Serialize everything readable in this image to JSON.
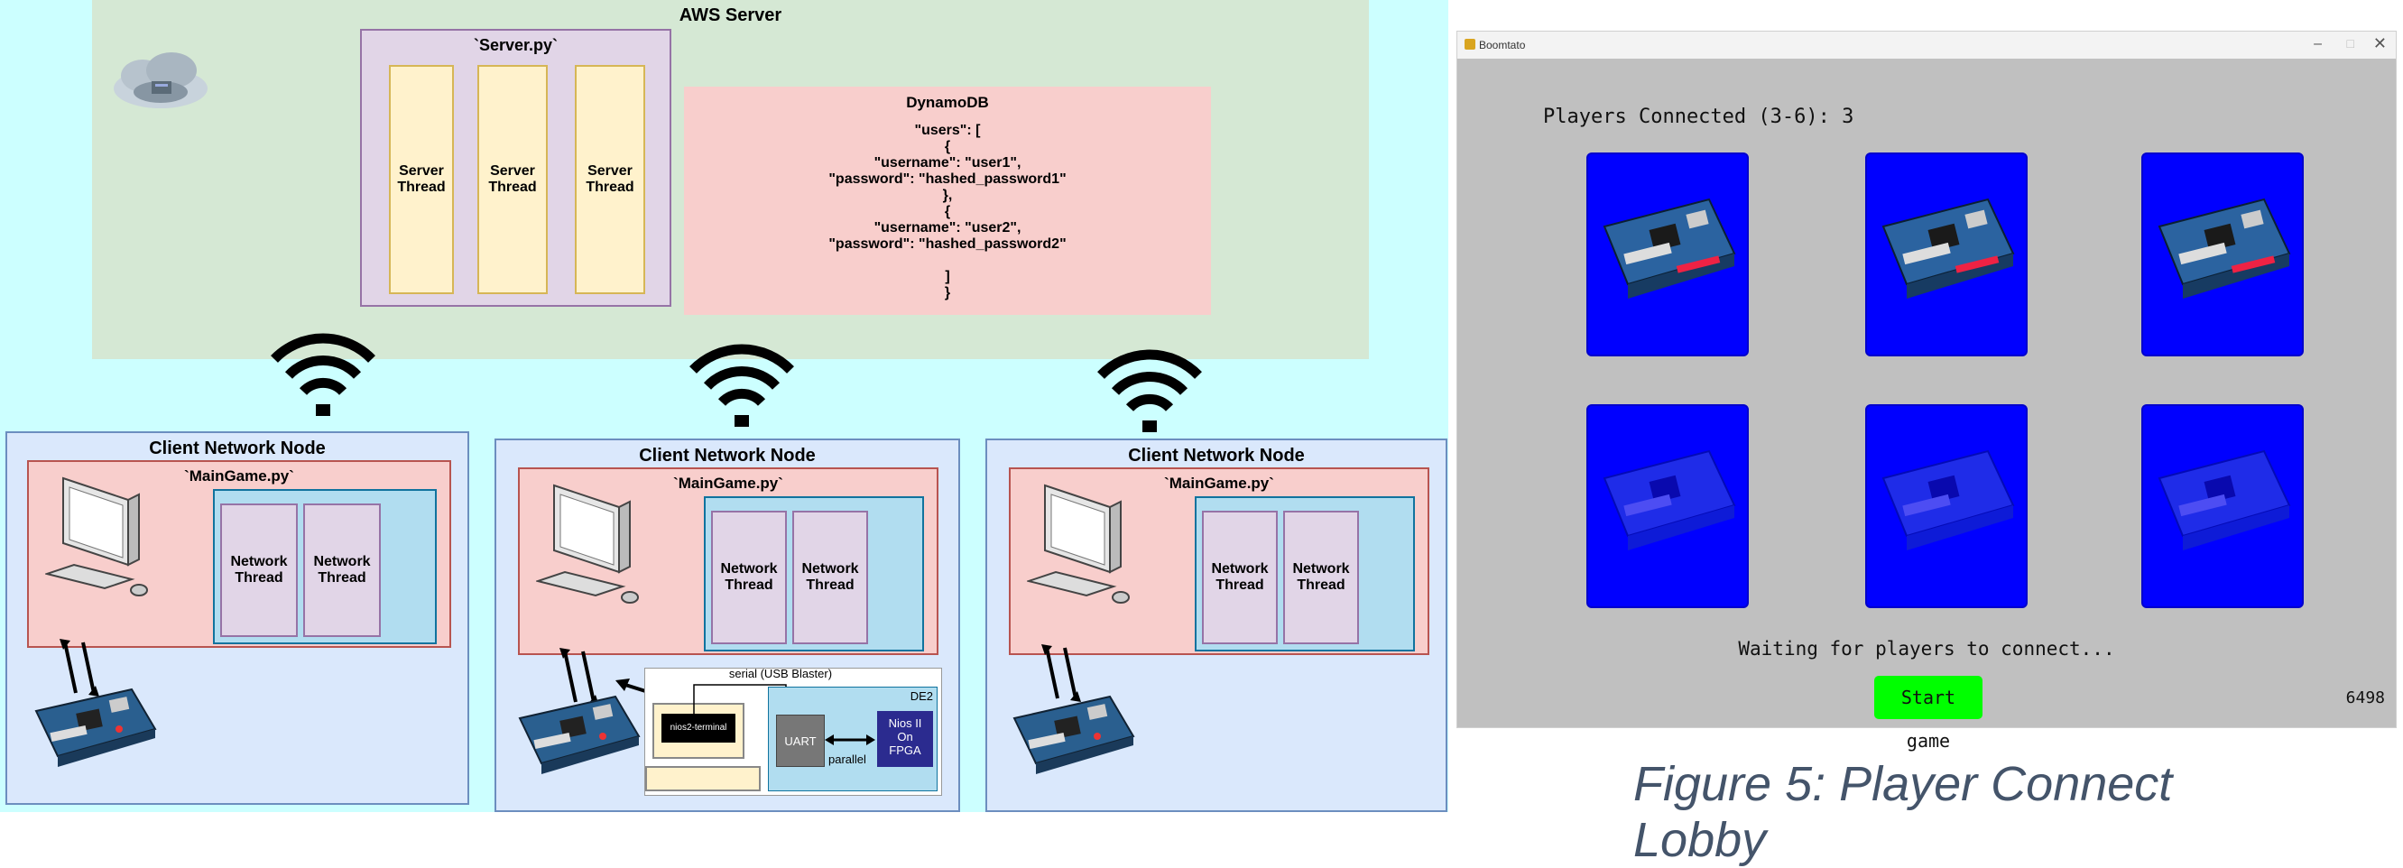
{
  "diagram": {
    "aws_title": "AWS Server",
    "server_py": {
      "title": "`Server.py`",
      "threads": [
        "Server\nThread",
        "Server\nThread",
        "Server\nThread"
      ]
    },
    "dynamodb": {
      "title": "DynamoDB",
      "lines": [
        "\"users\": [",
        "{",
        "\"username\": \"user1\",",
        "\"password\": \"hashed_password1\"",
        "},",
        "{",
        "\"username\": \"user2\",",
        "\"password\": \"hashed_password2\"",
        "",
        "]",
        "}"
      ]
    },
    "clients": [
      {
        "title": "Client Network Node",
        "maingame": "`MainGame.py`",
        "threads": [
          "Network\nThread",
          "Network\nThread"
        ]
      },
      {
        "title": "Client Network Node",
        "maingame": "`MainGame.py`",
        "threads": [
          "Network\nThread",
          "Network\nThread"
        ]
      },
      {
        "title": "Client Network Node",
        "maingame": "`MainGame.py`",
        "threads": [
          "Network\nThread",
          "Network\nThread"
        ]
      }
    ],
    "de2": {
      "serial_label": "serial (USB Blaster)",
      "terminal_label": "nios2-terminal",
      "de2_label": "DE2",
      "uart_label": "UART",
      "parallel_label": "parallel",
      "nios_label": "Nios II\nOn\nFPGA"
    }
  },
  "app": {
    "window_title": "Boomtato",
    "players_connected": "Players Connected (3-6): 3",
    "cards": [
      {
        "state": "connected"
      },
      {
        "state": "connected"
      },
      {
        "state": "connected"
      },
      {
        "state": "waiting"
      },
      {
        "state": "waiting"
      },
      {
        "state": "waiting"
      }
    ],
    "waiting_text": "Waiting for players to connect...",
    "start_button": "Start game",
    "corner_number": "6498",
    "colors": {
      "card_blue": "#0000ff",
      "start_green": "#00ff00",
      "background": "#c0c0c0"
    }
  },
  "caption": "Figure 5: Player Connect Lobby"
}
